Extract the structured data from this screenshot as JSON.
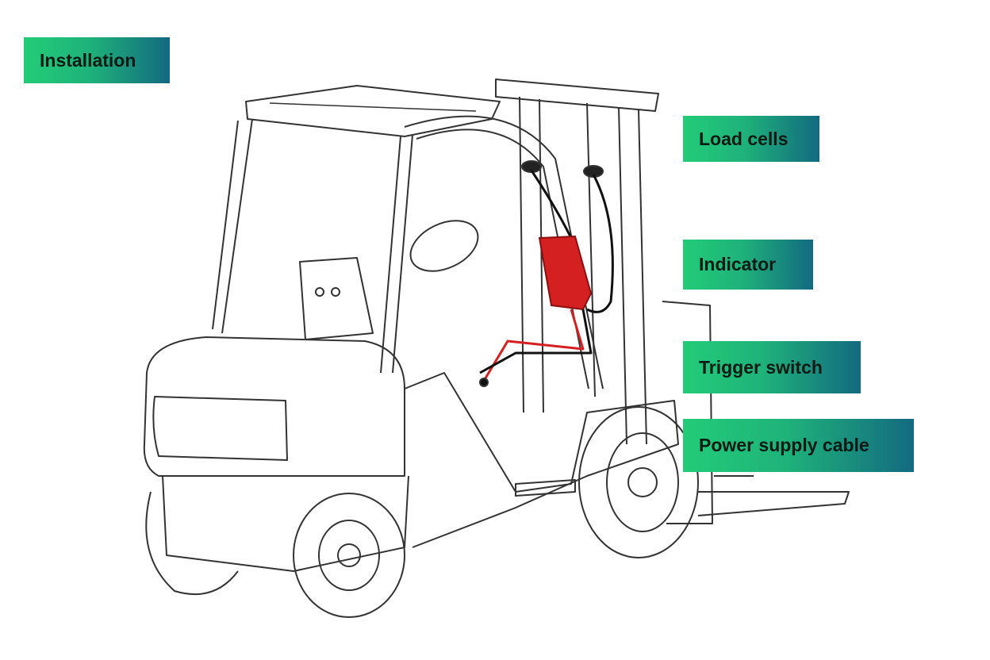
{
  "title": "Installation",
  "labels": {
    "load_cells": "Load cells",
    "indicator": "Indicator",
    "trigger_switch": "Trigger switch",
    "power_supply_cable": "Power supply cable"
  },
  "colors": {
    "label_gradient_start": "#22cc78",
    "label_gradient_end": "#136a80",
    "indicator": "#d42020",
    "line": "#333333"
  }
}
